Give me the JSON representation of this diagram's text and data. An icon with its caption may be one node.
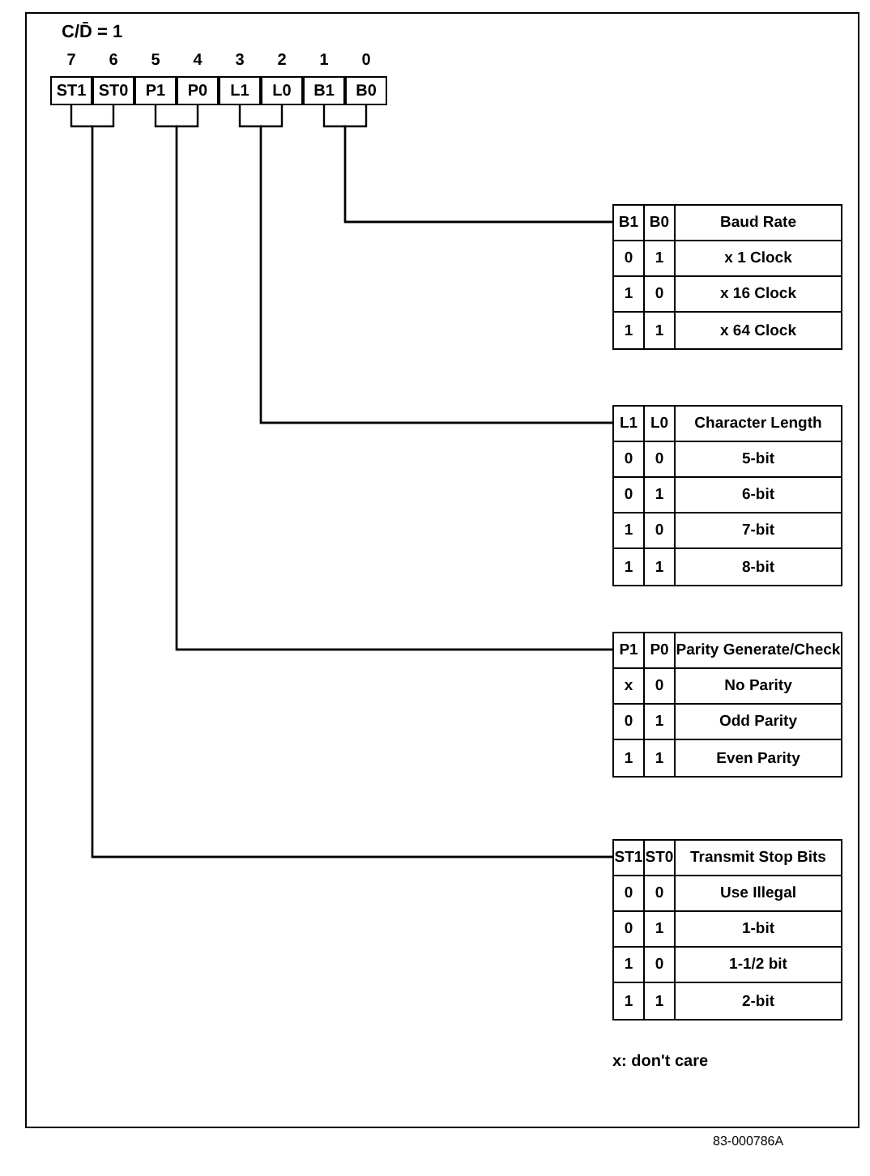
{
  "diagram": {
    "nodes": [
      {
        "text": [
          "ST1"
        ],
        "beside": [
          "7"
        ]
      },
      {
        "text": [
          "ST0"
        ],
        "beside": [
          "6"
        ]
      },
      {
        "text": [
          "P1"
        ],
        "beside": [
          "5"
        ]
      },
      {
        "text": [
          "P0"
        ],
        "beside": [
          "4"
        ]
      },
      {
        "text": [
          "L1"
        ],
        "beside": [
          "3"
        ]
      },
      {
        "text": [
          "L0"
        ],
        "beside": [
          "2"
        ]
      },
      {
        "text": [
          "B1"
        ],
        "beside": [
          "1"
        ]
      },
      {
        "text": [
          "B0"
        ],
        "beside": [
          "0"
        ]
      },
      {
        "text": [
          "B1",
          "B0",
          "Baud Rate",
          "0",
          "1",
          "x 1 Clock",
          "1",
          "0",
          "x 16 Clock",
          "1",
          "1",
          "x 64 Clock"
        ]
      },
      {
        "text": [
          "L1",
          "L0",
          "Character Length",
          "0",
          "0",
          "5-bit",
          "0",
          "1",
          "6-bit",
          "1",
          "0",
          "7-bit",
          "1",
          "1",
          "8-bit"
        ]
      },
      {
        "text": [
          "P1",
          "P0",
          "Parity Generate/Check",
          "x",
          "0",
          "No Parity",
          "0",
          "1",
          "Odd Parity",
          "1",
          "1",
          "Even Parity"
        ]
      },
      {
        "text": [
          "ST1",
          "ST0",
          "Transmit Stop Bits",
          "0",
          "0",
          "Use Illegal",
          "0",
          "1",
          "1-bit",
          "1",
          "0",
          "1-1/2 bit",
          "1",
          "1",
          "2-bit"
        ]
      }
    ],
    "edges": [
      {
        "from": 6,
        "to": 8,
        "arrow": "none"
      },
      {
        "from": 7,
        "to": 8,
        "arrow": "none"
      },
      {
        "from": 4,
        "to": 9,
        "arrow": "none"
      },
      {
        "from": 5,
        "to": 9,
        "arrow": "none"
      },
      {
        "from": 2,
        "to": 10,
        "arrow": "none"
      },
      {
        "from": 3,
        "to": 10,
        "arrow": "none"
      },
      {
        "from": 0,
        "to": 11,
        "arrow": "none"
      },
      {
        "from": 1,
        "to": 11,
        "arrow": "none"
      }
    ],
    "labels": [
      "C/D̄ = 1",
      "x: don't care",
      "83-000786A"
    ]
  }
}
